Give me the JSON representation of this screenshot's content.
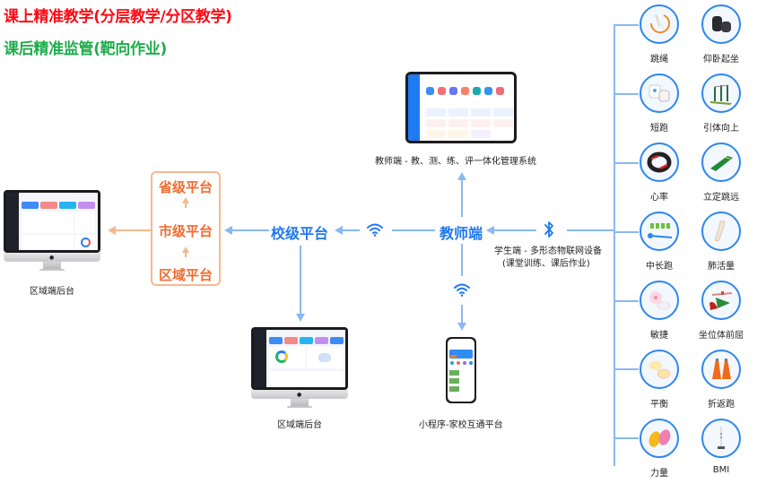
{
  "headings": {
    "in_class": "课上精准教学(分层教学/分区教学)",
    "after_class": "课后精准监管(靶向作业)"
  },
  "colors": {
    "in_class": "#ff0a14",
    "after_class": "#1fad4b",
    "primary_blue": "#1e78f0",
    "connector_blue": "#8ab8f2",
    "orange": "#f26a2e",
    "orange_border": "#f4b98f"
  },
  "nodes": {
    "teacher_system_caption": "教师端 - 教、测、练、评一体化管理系统",
    "teacher": "教师端",
    "school_platform": "校级平台",
    "student_devices_caption_line1": "学生端 - 多形态物联网设备",
    "student_devices_caption_line2": "(课堂训练、课后作业)",
    "region_backend_left": "区域端后台",
    "region_backend_bottom": "区域端后台",
    "mini_program": "小程序-家校互通平台"
  },
  "platform_stack": {
    "province": "省级平台",
    "city": "市级平台",
    "district": "区域平台"
  },
  "connections": [
    {
      "from": "学生端设备",
      "to": "教师端",
      "via": "bluetooth-icon"
    },
    {
      "from": "教师端",
      "to": "校级平台",
      "via": "wifi-icon"
    },
    {
      "from": "教师端",
      "to": "教师端管理系统",
      "via": "arrow"
    },
    {
      "from": "教师端",
      "to": "小程序-家校互通平台",
      "via": "wifi-icon"
    },
    {
      "from": "校级平台",
      "to": "市级平台",
      "via": "arrow"
    },
    {
      "from": "校级平台",
      "to": "区域端后台",
      "via": "arrow"
    },
    {
      "from": "区域平台",
      "to": "市级平台",
      "via": "arrow"
    },
    {
      "from": "市级平台",
      "to": "省级平台",
      "via": "arrow"
    },
    {
      "from": "平台",
      "to": "区域端后台",
      "via": "arrow"
    }
  ],
  "devices": [
    {
      "label": "跳绳",
      "icon": "jump-rope-icon"
    },
    {
      "label": "仰卧起坐",
      "icon": "situp-sensor-icon"
    },
    {
      "label": "短跑",
      "icon": "sprint-sensor-icon"
    },
    {
      "label": "引体向上",
      "icon": "pullup-bar-icon"
    },
    {
      "label": "心率",
      "icon": "heart-rate-band-icon"
    },
    {
      "label": "立定跳远",
      "icon": "long-jump-mat-icon"
    },
    {
      "label": "中长跑",
      "icon": "middle-distance-run-icon"
    },
    {
      "label": "肺活量",
      "icon": "spirometer-icon"
    },
    {
      "label": "敏捷",
      "icon": "agility-pad-icon"
    },
    {
      "label": "坐位体前屈",
      "icon": "sit-and-reach-icon"
    },
    {
      "label": "平衡",
      "icon": "balance-pad-icon"
    },
    {
      "label": "折返跑",
      "icon": "shuttle-run-cone-icon"
    },
    {
      "label": "力量",
      "icon": "strength-grip-icon"
    },
    {
      "label": "BMI",
      "icon": "bmi-height-meter-icon"
    }
  ]
}
